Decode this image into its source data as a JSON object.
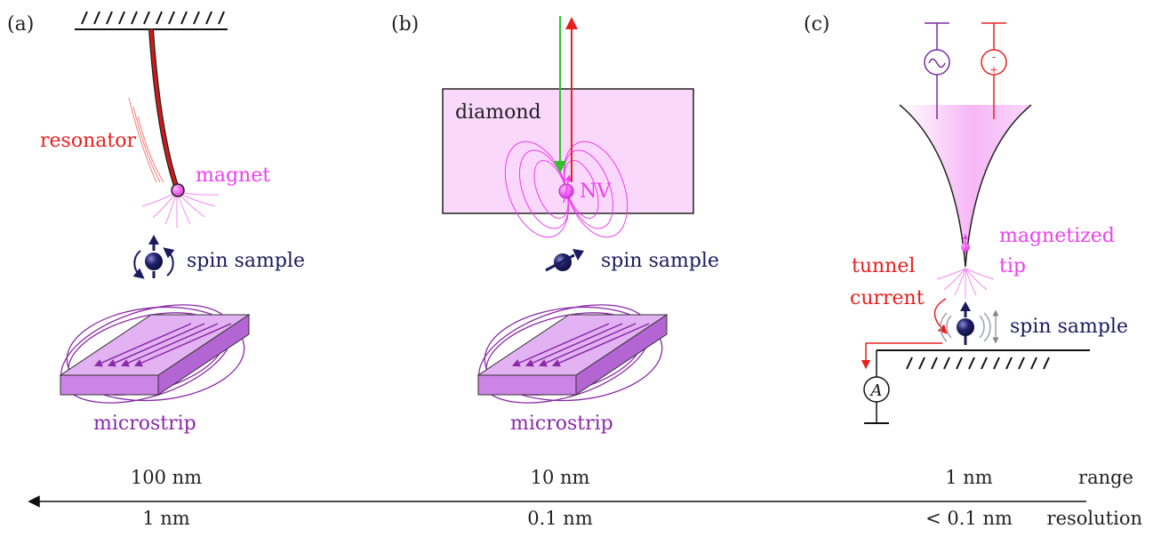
{
  "panels": {
    "a": {
      "label": "(a)",
      "resonator": "resonator",
      "magnet": "magnet",
      "spin_sample": "spin sample",
      "microstrip": "microstrip"
    },
    "b": {
      "label": "(b)",
      "diamond": "diamond",
      "nv": "NV",
      "spin_sample": "spin sample",
      "microstrip": "microstrip"
    },
    "c": {
      "label": "(c)",
      "magnetized_tip_line1": "magnetized",
      "magnetized_tip_line2": "tip",
      "tunnel_current_line1": "tunnel",
      "tunnel_current_line2": "current",
      "spin_sample": "spin sample",
      "ammeter": "A",
      "dc_minus": "-",
      "dc_plus": "+"
    }
  },
  "scale": {
    "range_label": "range",
    "resolution_label": "resolution",
    "range_values": [
      "100 nm",
      "10 nm",
      "1 nm"
    ],
    "resolution_values": [
      "1 nm",
      "0.1 nm",
      "< 0.1 nm"
    ]
  },
  "colors": {
    "red": "#e8201f",
    "magenta": "#ee3ff0",
    "navy": "#1b1b5e",
    "purple": "#8a2aa8",
    "purple_fill": "#cc85e6",
    "pink_fill": "#f9d8fb",
    "ac_purple": "#7a2a9e",
    "green": "#2ec42a"
  }
}
